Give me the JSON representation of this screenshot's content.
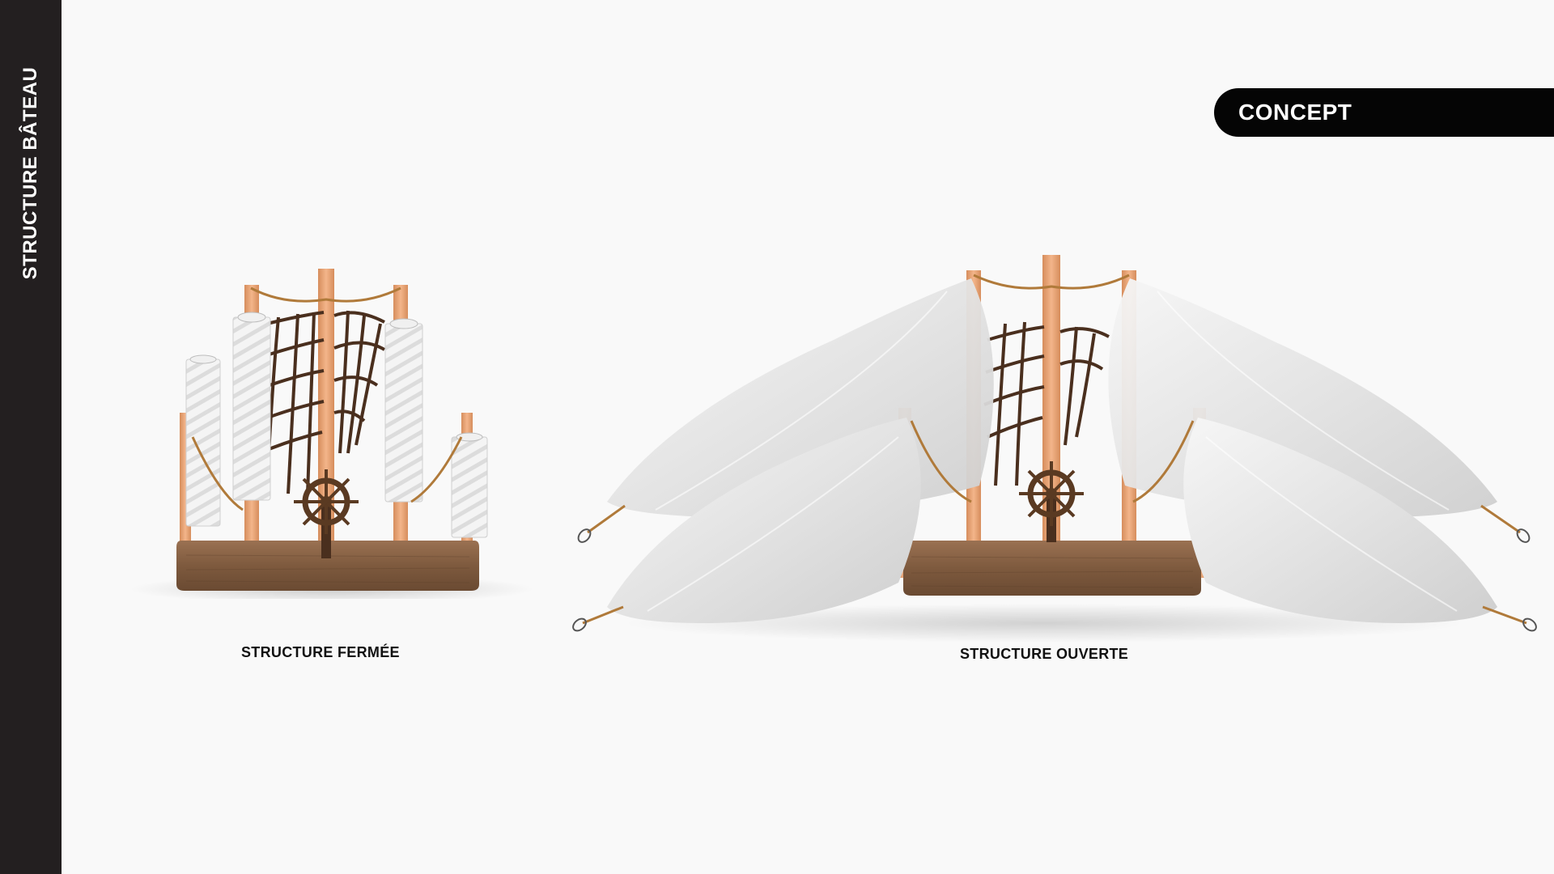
{
  "sidebar": {
    "title": "STRUCTURE BÂTEAU"
  },
  "badge": {
    "label": "CONCEPT"
  },
  "closed_structure": {
    "caption": "STRUCTURE FERMÉE"
  },
  "open_structure": {
    "caption": "STRUCTURE OUVERTE"
  },
  "colors": {
    "sidebar_bg": "#231f20",
    "badge_bg": "#050505",
    "mast": "#e8a678",
    "wood_deck": "#8a6444",
    "rope": "#b07a3a",
    "net": "#4a2f1e",
    "sail": "#e6e6e6"
  }
}
